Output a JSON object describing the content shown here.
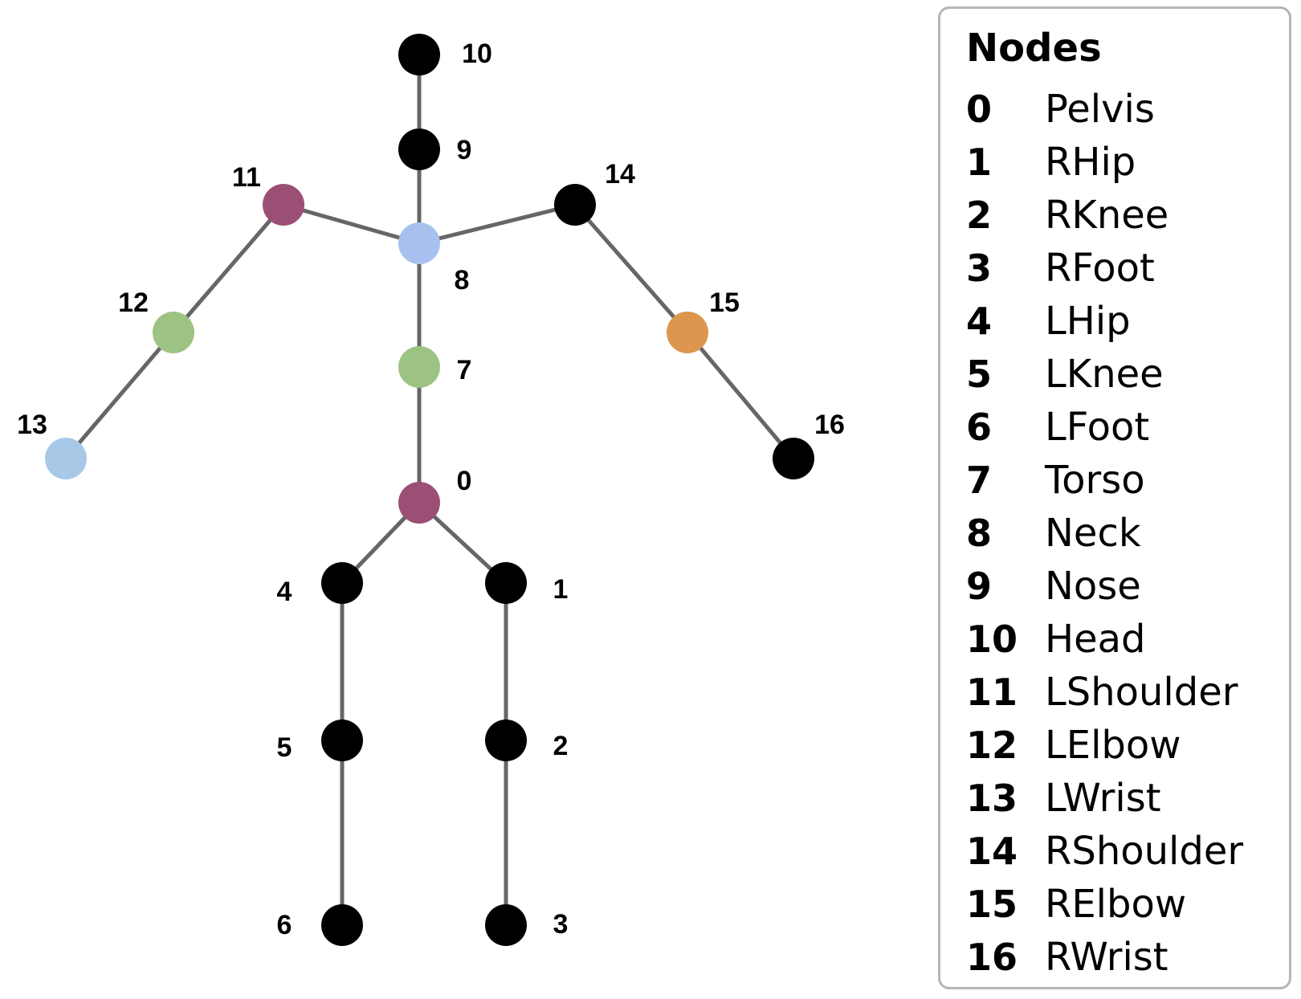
{
  "edge_color": "#666666",
  "nodes": [
    {
      "id": "0",
      "name": "Pelvis",
      "color": "#9b4f75"
    },
    {
      "id": "1",
      "name": "RHip",
      "color": "#000000"
    },
    {
      "id": "2",
      "name": "RKnee",
      "color": "#000000"
    },
    {
      "id": "3",
      "name": "RFoot",
      "color": "#000000"
    },
    {
      "id": "4",
      "name": "LHip",
      "color": "#000000"
    },
    {
      "id": "5",
      "name": "LKnee",
      "color": "#000000"
    },
    {
      "id": "6",
      "name": "LFoot",
      "color": "#000000"
    },
    {
      "id": "7",
      "name": "Torso",
      "color": "#9dc384"
    },
    {
      "id": "8",
      "name": "Neck",
      "color": "#a8c0ee"
    },
    {
      "id": "9",
      "name": "Nose",
      "color": "#000000"
    },
    {
      "id": "10",
      "name": "Head",
      "color": "#000000"
    },
    {
      "id": "11",
      "name": "LShoulder",
      "color": "#9b4f75"
    },
    {
      "id": "12",
      "name": "LElbow",
      "color": "#9dc384"
    },
    {
      "id": "13",
      "name": "LWrist",
      "color": "#a8c8e8"
    },
    {
      "id": "14",
      "name": "RShoulder",
      "color": "#000000"
    },
    {
      "id": "15",
      "name": "RElbow",
      "color": "#dc964d"
    },
    {
      "id": "16",
      "name": "RWrist",
      "color": "#000000"
    }
  ],
  "edges": [
    [
      "0",
      "1"
    ],
    [
      "1",
      "2"
    ],
    [
      "2",
      "3"
    ],
    [
      "0",
      "4"
    ],
    [
      "4",
      "5"
    ],
    [
      "5",
      "6"
    ],
    [
      "0",
      "7"
    ],
    [
      "7",
      "8"
    ],
    [
      "8",
      "9"
    ],
    [
      "9",
      "10"
    ],
    [
      "8",
      "11"
    ],
    [
      "11",
      "12"
    ],
    [
      "12",
      "13"
    ],
    [
      "8",
      "14"
    ],
    [
      "14",
      "15"
    ],
    [
      "15",
      "16"
    ]
  ],
  "legend": {
    "title": "Nodes"
  }
}
